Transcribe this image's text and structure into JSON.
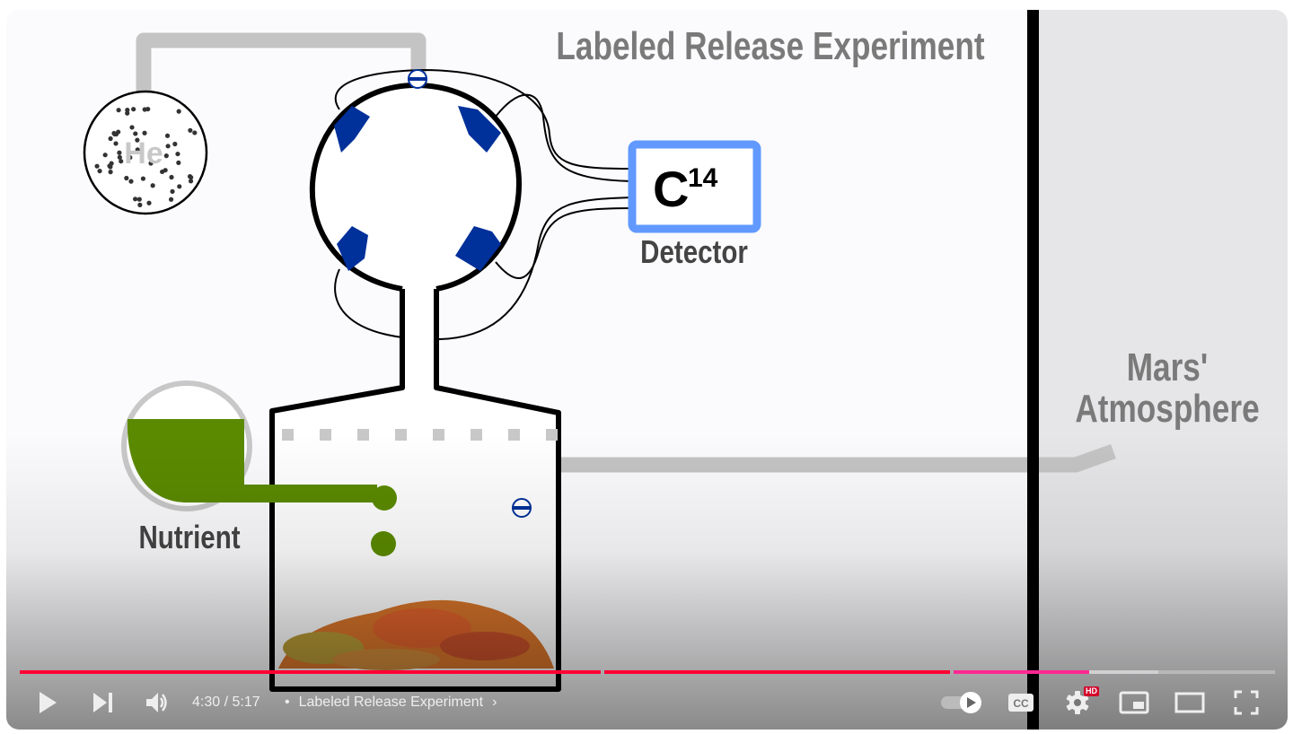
{
  "video": {
    "frame_title": "Labeled Release Experiment",
    "he_label": "He",
    "detector_symbol": "C",
    "detector_superscript": "14",
    "detector_label": "Detector",
    "nutrient_label": "Nutrient",
    "mars_label_line1": "Mars'",
    "mars_label_line2": "Atmosphere"
  },
  "player": {
    "current_time": "4:30",
    "separator": "/",
    "duration": "5:17",
    "bullet": "•",
    "chapter_title": "Labeled Release Experiment",
    "progress_fraction": 0.852,
    "buffered_fraction": 0.907,
    "quality_badge": "HD",
    "autoplay_on": true,
    "colors": {
      "played": "#ff0033",
      "played_end": "#ff2791",
      "buffered": "#d0d0d0",
      "track": "#b8b8b8"
    },
    "icons": [
      "play-icon",
      "next-icon",
      "volume-icon",
      "chevron-right-icon",
      "autoplay-toggle-icon",
      "captions-icon",
      "settings-icon",
      "miniplayer-icon",
      "theater-icon",
      "fullscreen-icon"
    ]
  }
}
